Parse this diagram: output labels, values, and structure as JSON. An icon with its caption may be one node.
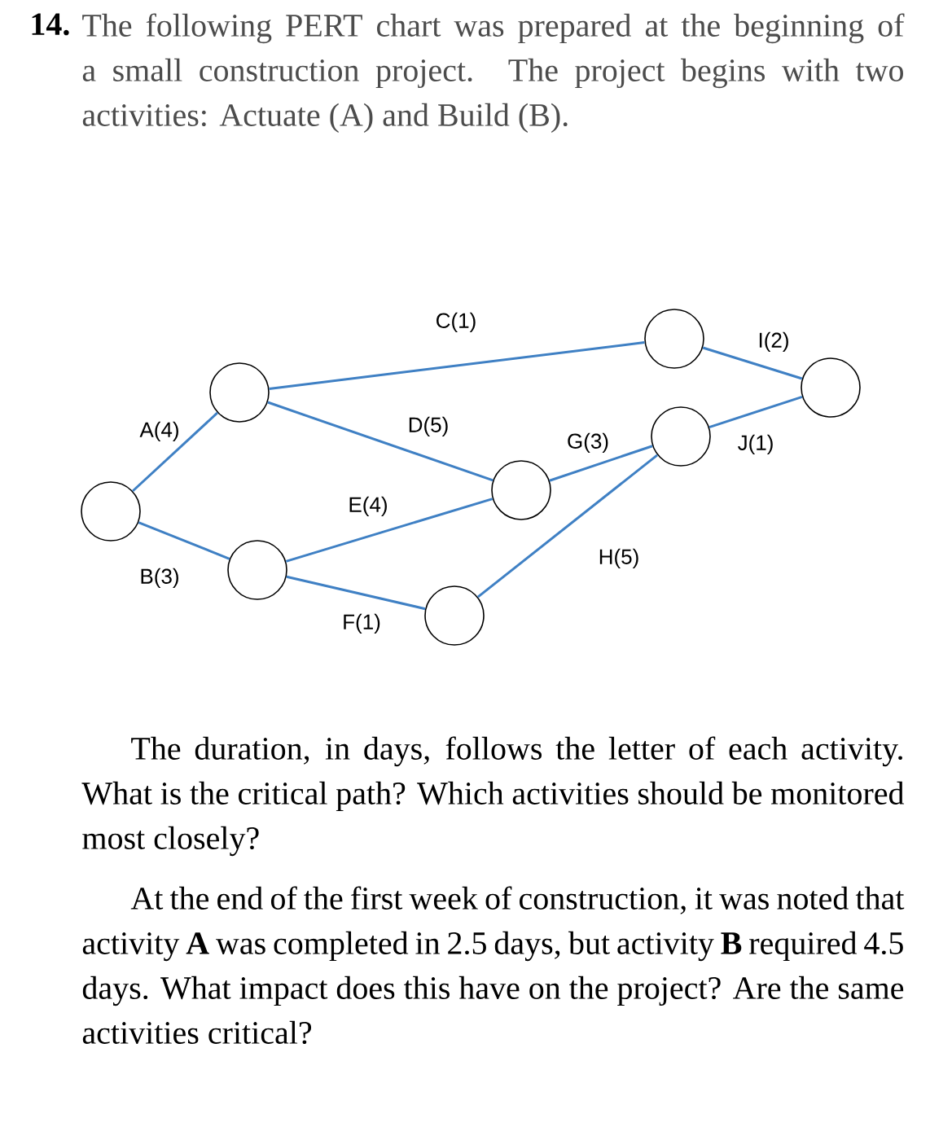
{
  "diagram": {
    "nodes": [
      {
        "text": [],
        "shape": "circle"
      },
      {
        "text": [],
        "shape": "circle"
      },
      {
        "text": [],
        "shape": "circle"
      },
      {
        "text": [],
        "shape": "circle"
      },
      {
        "text": [],
        "shape": "circle"
      },
      {
        "text": [],
        "shape": "circle"
      },
      {
        "text": [],
        "shape": "circle"
      },
      {
        "text": [],
        "shape": "circle"
      }
    ],
    "edges": [
      {
        "from": 0,
        "to": 1,
        "arrow": "none",
        "label": "A(4)"
      },
      {
        "from": 0,
        "to": 2,
        "arrow": "none",
        "label": "B(3)"
      },
      {
        "from": 1,
        "to": 3,
        "arrow": "none",
        "label": "C(1)"
      },
      {
        "from": 1,
        "to": 4,
        "arrow": "none",
        "label": "D(5)"
      },
      {
        "from": 2,
        "to": 4,
        "arrow": "none",
        "label": "E(4)"
      },
      {
        "from": 2,
        "to": 6,
        "arrow": "none",
        "label": "F(1)"
      },
      {
        "from": 4,
        "to": 5,
        "arrow": "none",
        "label": "G(3)"
      },
      {
        "from": 6,
        "to": 5,
        "arrow": "none",
        "label": "H(5)"
      },
      {
        "from": 3,
        "to": 7,
        "arrow": "none",
        "label": "I(2)"
      },
      {
        "from": 5,
        "to": 7,
        "arrow": "none",
        "label": "J(1)"
      }
    ],
    "labels": [
      "14.",
      "The following PERT chart was prepared at the beginning of a small construction project. The project begins with two activities: Actuate (A) and Build (B).",
      "The duration, in days, follows the letter of each activity. What is the critical path? Which activities should be monitored most closely?",
      "At the end of the first week of construction, it was noted that activity **A** was completed in 2.5 days, but activity **B** required 4.5 days. What impact does this have on the project? Are the same activities critical?"
    ]
  }
}
